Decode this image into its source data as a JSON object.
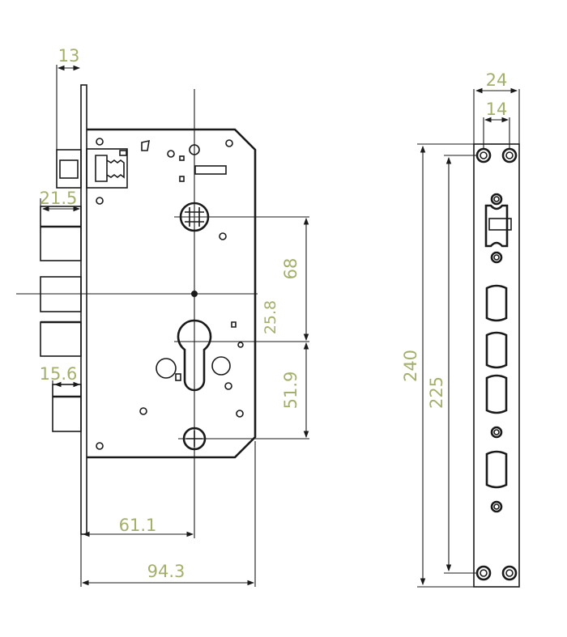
{
  "title": "Mortise lock dimension drawing",
  "colors": {
    "dimension_text": "#a3b06c",
    "line": "#1a1a1a"
  },
  "dimensions": {
    "backset_top": "13",
    "latch_projection": "21.5",
    "bolt_projection": "15.6",
    "spindle_to_cylinder": "68",
    "center_to_cylinder": "25.8",
    "cylinder_to_lower_spindle": "51.9",
    "backset": "61.1",
    "case_depth": "94.3",
    "faceplate_width": "24",
    "screw_spacing": "14",
    "faceplate_length": "240",
    "screw_hole_spacing": "225"
  }
}
